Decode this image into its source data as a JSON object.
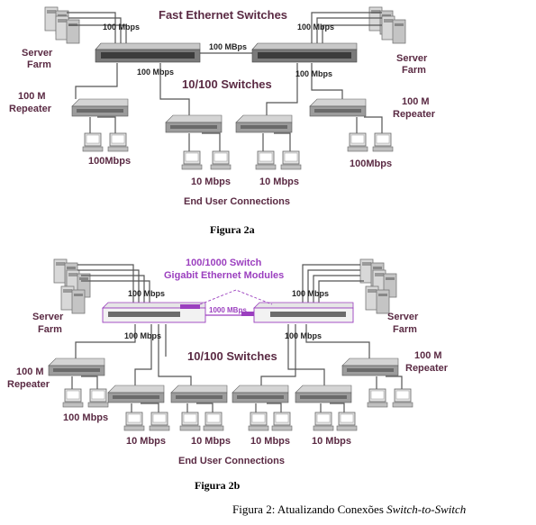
{
  "figure_a": {
    "title": "Fast Ethernet Switches",
    "switches_label": "10/100 Switches",
    "speed_top_left": "100 Mbps",
    "speed_top_right": "100 Mbps",
    "speed_trunk": "100 MBps",
    "speed_down_left": "100 Mbps",
    "speed_down_right": "100 Mbps",
    "server_farm_left": [
      "Server",
      "Farm"
    ],
    "server_farm_right": [
      "Server",
      "Farm"
    ],
    "repeater_left": [
      "100 M",
      "Repeater"
    ],
    "repeater_right": [
      "100 M",
      "Repeater"
    ],
    "users_left": "100Mbps",
    "users_right": "100Mbps",
    "users_mid_left": "10 Mbps",
    "users_mid_right": "10 Mbps",
    "end_users": "End User Connections",
    "caption": "Figura 2a"
  },
  "figure_b": {
    "title_line1": "100/1000 Switch",
    "title_line2": "Gigabit Ethernet Modules",
    "switches_label": "10/100 Switches",
    "speed_top_left": "100 Mbps",
    "speed_top_right": "100 Mbps",
    "speed_trunk": "1000 MBps",
    "speed_down_left": "100 Mbps",
    "speed_down_right": "100 Mbps",
    "server_farm_left": [
      "Server",
      "Farm"
    ],
    "server_farm_right": [
      "Server",
      "Farm"
    ],
    "repeater_left": [
      "100 M",
      "Repeater"
    ],
    "repeater_right": [
      "100 M",
      "Repeater"
    ],
    "users_left": "100 Mbps",
    "users_1": "10 Mbps",
    "users_2": "10 Mbps",
    "users_3": "10 Mbps",
    "users_4": "10 Mbps",
    "end_users": "End User Connections",
    "caption": "Figura 2b"
  },
  "main_caption_prefix": "Figura 2: Atualizando Conexões ",
  "main_caption_italic": "Switch-to-Switch",
  "colors": {
    "label": "#5a2a43",
    "accent": "#9b3fbf",
    "device": "#8a8a8a",
    "line": "#555555"
  }
}
